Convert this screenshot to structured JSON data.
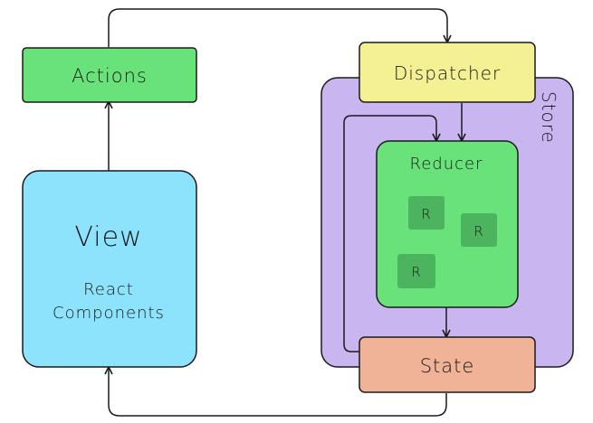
{
  "actions": {
    "label": "Actions"
  },
  "view": {
    "title": "View",
    "subtitle_line1": "React",
    "subtitle_line2": "Components"
  },
  "dispatcher": {
    "label": "Dispatcher"
  },
  "store": {
    "label": "Store"
  },
  "reducer": {
    "label": "Reducer",
    "items": [
      "R",
      "R",
      "R"
    ]
  },
  "state": {
    "label": "State"
  },
  "colors": {
    "actions": "#6ae27a",
    "view": "#8de3fc",
    "dispatcher": "#f4f094",
    "store": "#c9b6f0",
    "reducer": "#6ae27a",
    "reducer_item": "#4cb35e",
    "state": "#f0b398",
    "stroke": "#1a1a1a"
  }
}
